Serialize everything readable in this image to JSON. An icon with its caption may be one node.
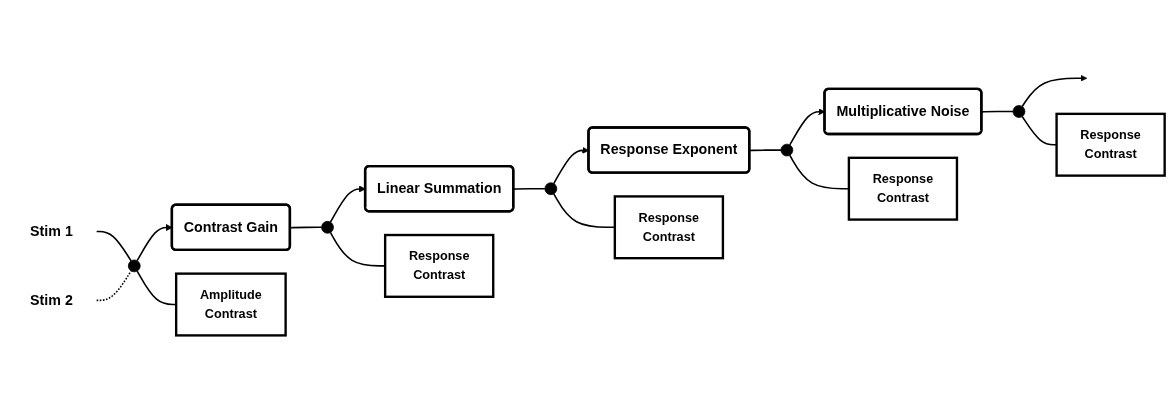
{
  "diagram": {
    "nodes": [
      {
        "text": [
          "Stim 1"
        ]
      },
      {
        "text": [
          "Stim 2"
        ]
      },
      {
        "text": [],
        "shape": "circle"
      },
      {
        "text": [
          "Contrast Gain"
        ]
      },
      {
        "text": [],
        "shape": "circle"
      },
      {
        "text": [
          "Linear Summation"
        ]
      },
      {
        "text": [],
        "shape": "circle"
      },
      {
        "text": [
          "Response Exponent"
        ]
      },
      {
        "text": [],
        "shape": "circle"
      },
      {
        "text": [
          "Multiplicative Noise"
        ]
      },
      {
        "text": [],
        "shape": "circle"
      },
      {
        "text": [
          "Amplitude",
          "Contrast"
        ]
      },
      {
        "text": [
          "Response",
          "Contrast"
        ]
      },
      {
        "text": [
          "Response",
          "Contrast"
        ]
      },
      {
        "text": [
          "Response",
          "Contrast"
        ]
      },
      {
        "text": [
          "Response",
          "Contrast"
        ]
      }
    ],
    "edges": [
      {
        "from": 0,
        "to": 2,
        "arrow": "none"
      },
      {
        "from": 1,
        "to": 2,
        "arrow": "none",
        "style": "dashed"
      },
      {
        "from": 2,
        "to": 3,
        "arrow": "to"
      },
      {
        "from": 2,
        "to": 11,
        "arrow": "none"
      },
      {
        "from": 3,
        "to": 4,
        "arrow": "none"
      },
      {
        "from": 4,
        "to": 5,
        "arrow": "to"
      },
      {
        "from": 4,
        "to": 12,
        "arrow": "none"
      },
      {
        "from": 5,
        "to": 6,
        "arrow": "none"
      },
      {
        "from": 6,
        "to": 7,
        "arrow": "to"
      },
      {
        "from": 6,
        "to": 13,
        "arrow": "none"
      },
      {
        "from": 7,
        "to": 8,
        "arrow": "none"
      },
      {
        "from": 8,
        "to": 9,
        "arrow": "to"
      },
      {
        "from": 8,
        "to": 14,
        "arrow": "none"
      },
      {
        "from": 9,
        "to": 10,
        "arrow": "none"
      },
      {
        "from": 10,
        "to": null,
        "arrow": "to"
      },
      {
        "from": 10,
        "to": 15,
        "arrow": "none"
      }
    ]
  }
}
